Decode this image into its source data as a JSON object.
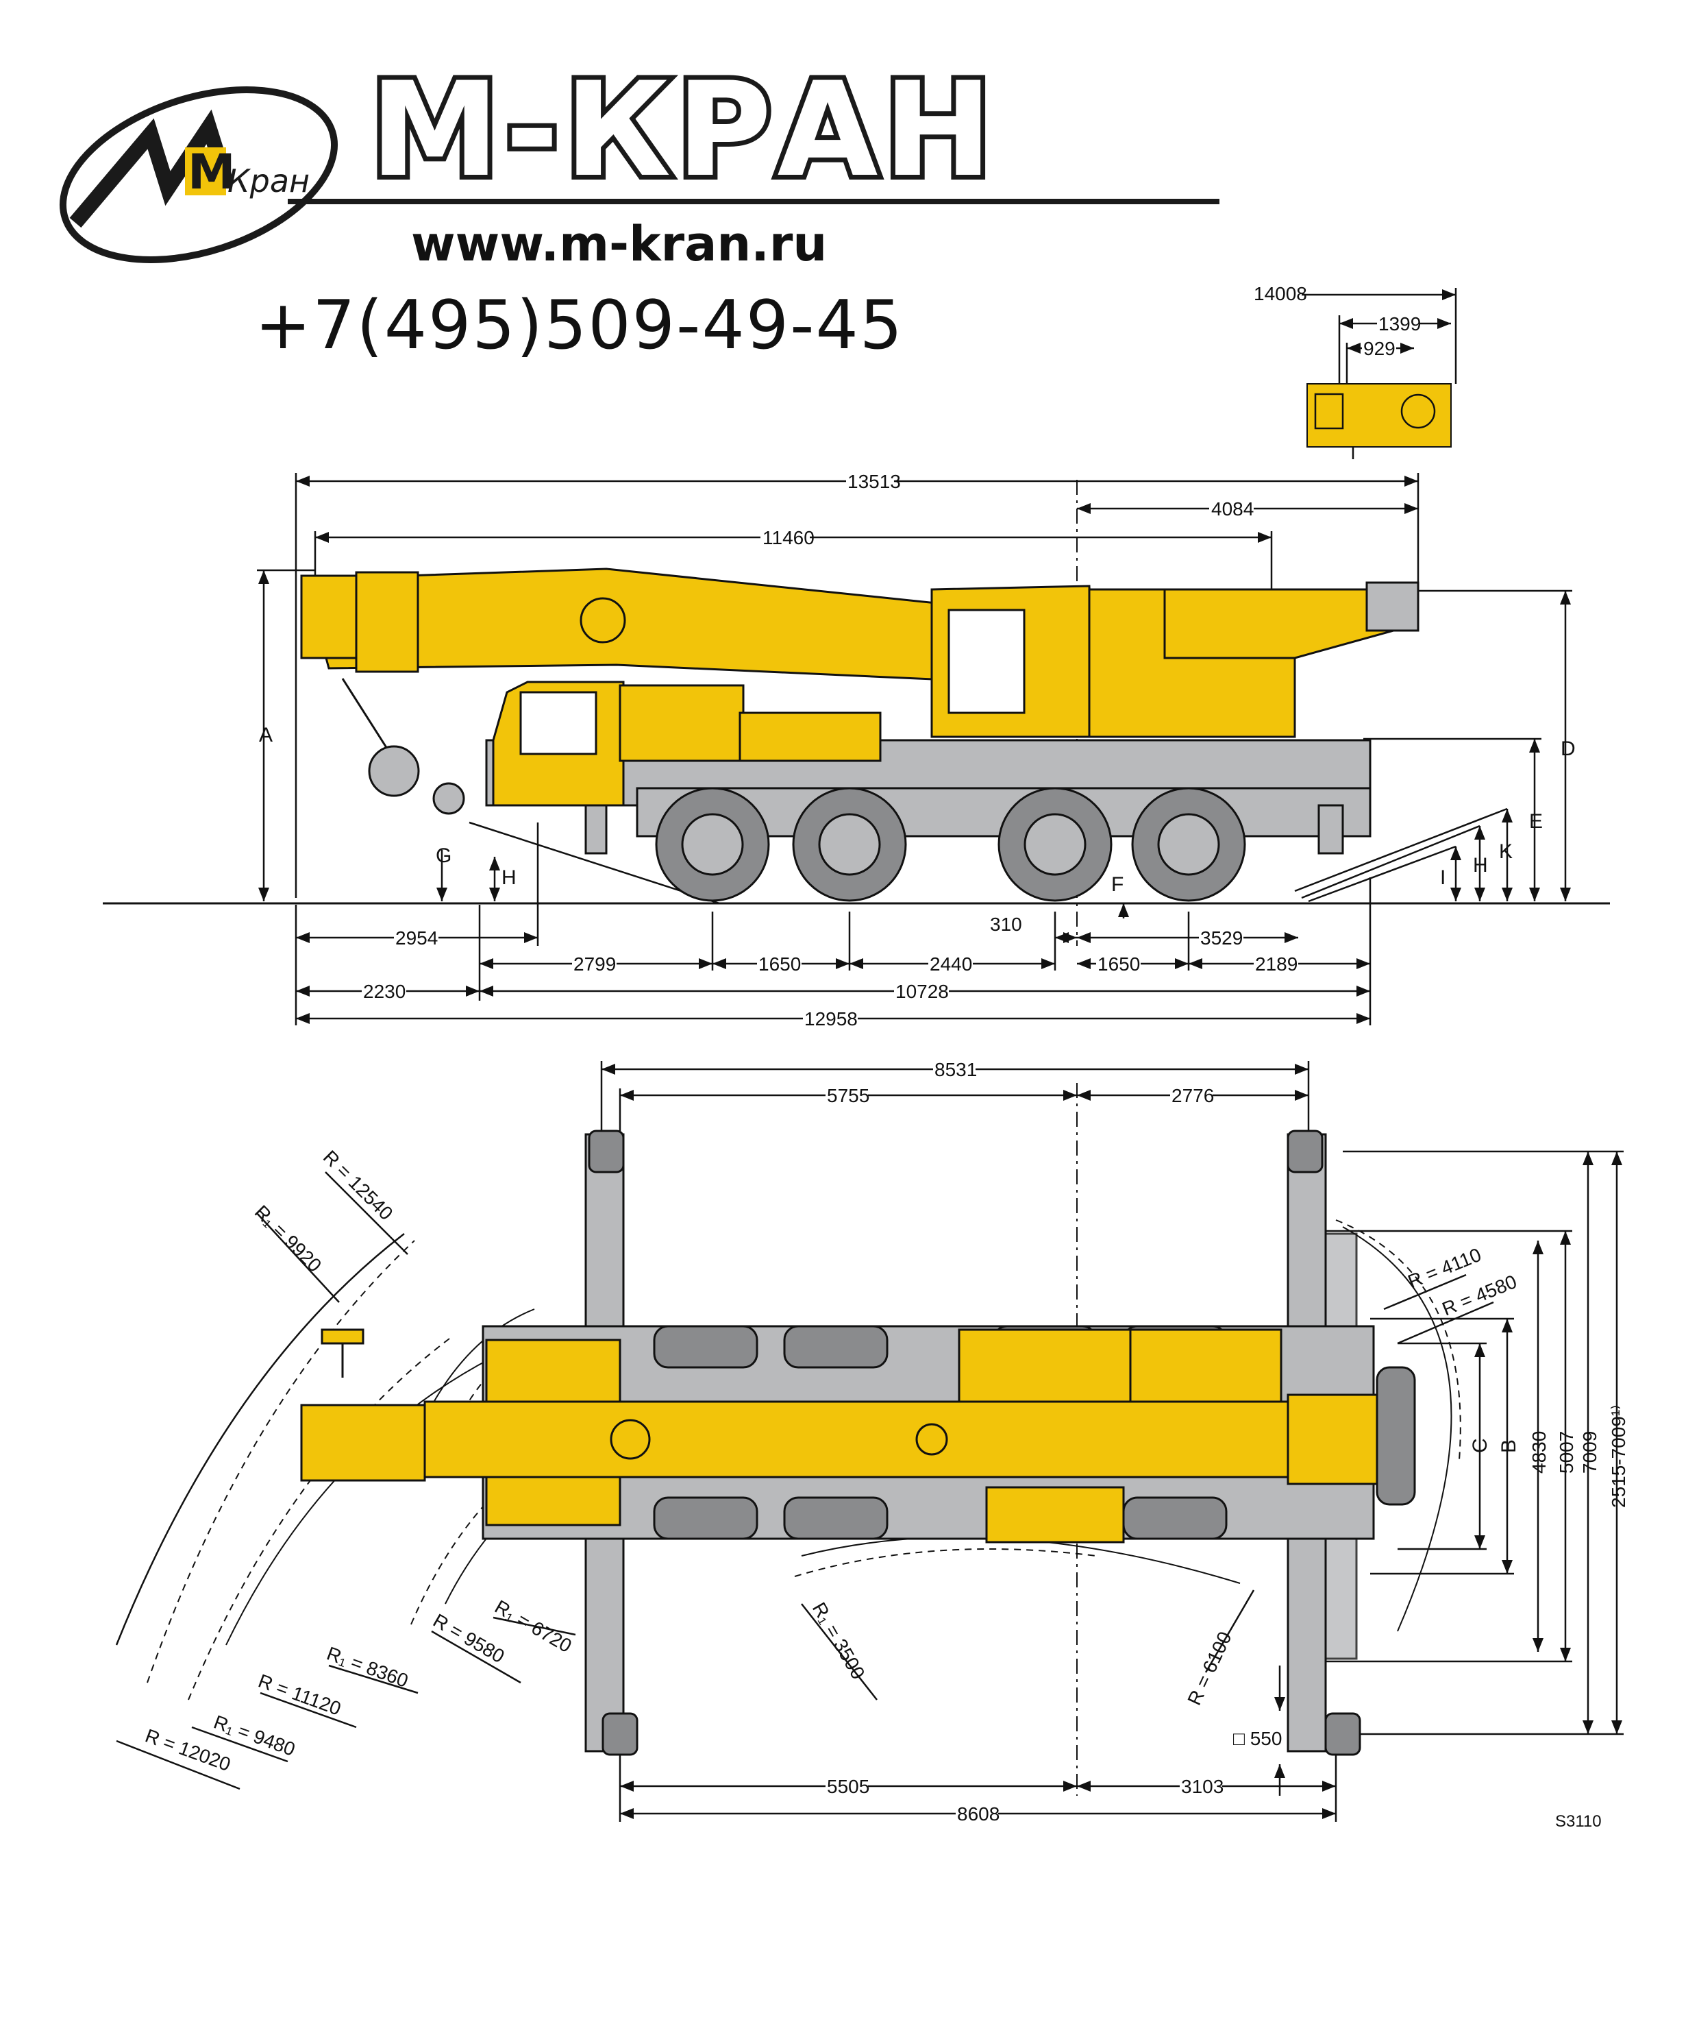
{
  "brand": {
    "logo_text": "Кран",
    "logo_letter": "М",
    "name": "М-КРАН",
    "website": "www.m-kran.ru",
    "phone": "+7(495)509-49-45"
  },
  "colors": {
    "crane_yellow": "#F2C40A",
    "chassis_grey": "#B9BABC",
    "tyre_grey": "#8A8B8D",
    "line": "#1a1a1a"
  },
  "side_view": {
    "top_dims": {
      "total": "13513",
      "rear": "4084",
      "boom": "11460"
    },
    "detail_dims": {
      "total": "14008",
      "a": "1399",
      "b": "929"
    },
    "bottom_dims": [
      "2954",
      "2799",
      "1650",
      "2440",
      "310",
      "1650",
      "3529",
      "2189",
      "2230",
      "10728",
      "12958"
    ],
    "letters": {
      "A": "A",
      "D": "D",
      "E": "E",
      "G": "G",
      "H": "H",
      "H2": "H",
      "F": "F",
      "I": "I",
      "K": "K"
    }
  },
  "top_view": {
    "top_dims": {
      "total": "8531",
      "front": "5755",
      "rear": "2776"
    },
    "bottom_dims": {
      "front": "5505",
      "rear": "3103",
      "total": "8608"
    },
    "right_dims": {
      "C": "C",
      "B": "B",
      "d4830": "4830",
      "d5007": "5007",
      "d7009": "7009",
      "d_range": "2515-7009¹⁾"
    },
    "radii": {
      "r12540": "R = 12540",
      "r1_9920": "R₁ = 9920",
      "r4110": "R = 4110",
      "r4580": "R = 4580",
      "r1_6720": "R₁ = 6720",
      "r9580": "R = 9580",
      "r1_8360": "R₁ = 8360",
      "r11120": "R = 11120",
      "r1_9480": "R₁ = 9480",
      "r12020": "R = 12020",
      "r1_3500": "R₁ = 3500",
      "r6100": "R = 6100"
    },
    "pad": "□ 550",
    "drawing_code": "S3110"
  }
}
